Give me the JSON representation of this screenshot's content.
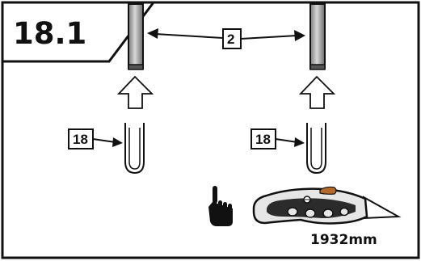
{
  "step": {
    "number": "18.1"
  },
  "callouts": {
    "spacing": "2",
    "left_part": "18",
    "right_part": "18"
  },
  "measurement": {
    "length": "1932mm"
  },
  "icons": {
    "tool": "utility-knife-icon",
    "action": "hand-pointing-icon",
    "direction": "up-arrow-icon",
    "part": "u-seal-profile-icon"
  },
  "colors": {
    "ink": "#111111",
    "knife_body": "#e6e6e6",
    "knife_grip": "#2b2b2b",
    "knife_button": "#b36a2e"
  }
}
